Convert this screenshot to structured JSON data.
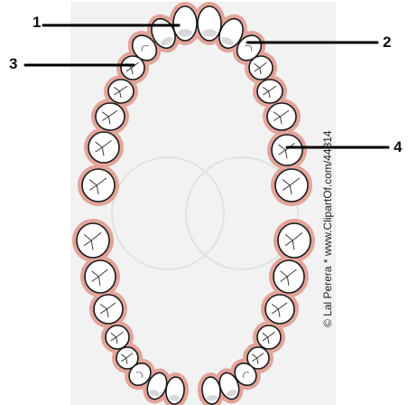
{
  "labels": {
    "l1": "1",
    "l2": "2",
    "l3": "3",
    "l4": "4"
  },
  "watermark": {
    "credit": "© Lal Perera  *  www.ClipartOf.com/44814"
  },
  "colors": {
    "panel": "#f2f2f2",
    "gum": "#e2a49a",
    "tooth": "#ffffff",
    "outline": "#1a1a1a",
    "leader": "#000000"
  }
}
